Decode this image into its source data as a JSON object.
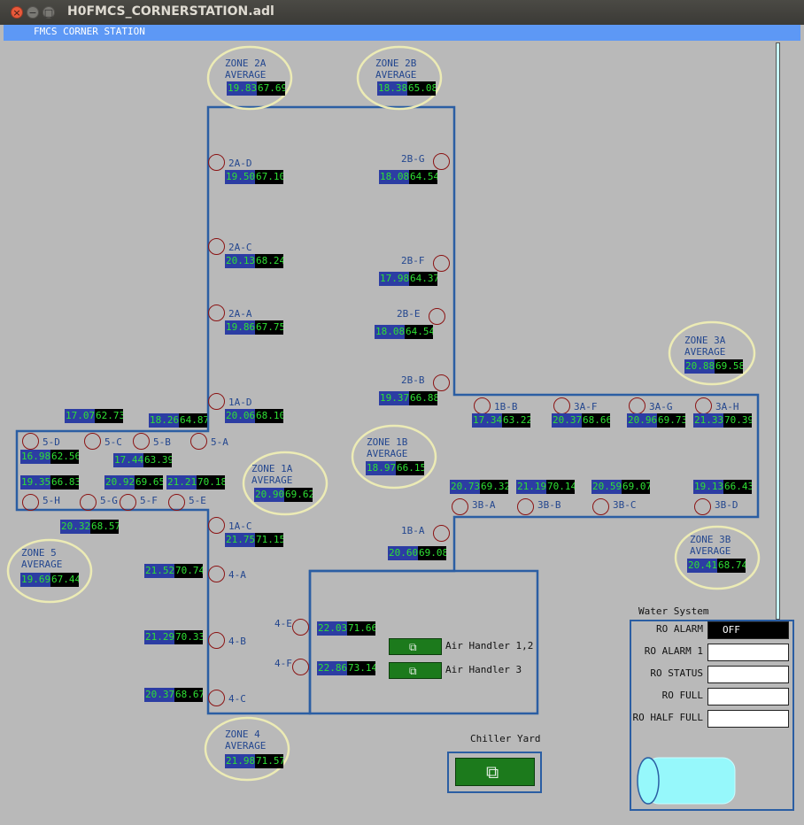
{
  "window": {
    "title": "H0FMCS_CORNERSTATION.adl"
  },
  "banner": {
    "title": "FMCS CORNER STATION"
  },
  "colors": {
    "temp_bg": "#2c3da3",
    "humid_bg": "#000000",
    "value_text": "#2fe034",
    "label": "#24478f",
    "sensor": "#8b1414",
    "zone_ellipse": "#ecebb5",
    "building_outline": "#2b5ea3",
    "button": "#1c7a1c"
  },
  "zones": {
    "z2a": {
      "name": "ZONE 2A",
      "sub": "AVERAGE",
      "temp": "19.83",
      "humid": "67.69"
    },
    "z2b": {
      "name": "ZONE 2B",
      "sub": "AVERAGE",
      "temp": "18.38",
      "humid": "65.08"
    },
    "z3a": {
      "name": "ZONE 3A",
      "sub": "AVERAGE",
      "temp": "20.88",
      "humid": "69.58"
    },
    "z1b": {
      "name": "ZONE 1B",
      "sub": "AVERAGE",
      "temp": "18.97",
      "humid": "66.15"
    },
    "z1a": {
      "name": "ZONE 1A",
      "sub": "AVERAGE",
      "temp": "20.90",
      "humid": "69.62"
    },
    "z5": {
      "name": "ZONE 5",
      "sub": "AVERAGE",
      "temp": "19.69",
      "humid": "67.44"
    },
    "z3b": {
      "name": "ZONE 3B",
      "sub": "AVERAGE",
      "temp": "20.41",
      "humid": "68.74"
    },
    "z4": {
      "name": "ZONE 4",
      "sub": "AVERAGE",
      "temp": "21.98",
      "humid": "71.57"
    }
  },
  "sensors": {
    "s2ad": {
      "label": "2A-D",
      "temp": "19.50",
      "humid": "67.10"
    },
    "s2bg": {
      "label": "2B-G",
      "temp": "18.08",
      "humid": "64.54"
    },
    "s2ac": {
      "label": "2A-C",
      "temp": "20.13",
      "humid": "68.24"
    },
    "s2bf": {
      "label": "2B-F",
      "temp": "17.98",
      "humid": "64.37"
    },
    "s2aa": {
      "label": "2A-A",
      "temp": "19.86",
      "humid": "67.75"
    },
    "s2be": {
      "label": "2B-E",
      "temp": "18.08",
      "humid": "64.54"
    },
    "s2bb": {
      "label": "2B-B",
      "temp": "19.37",
      "humid": "66.88"
    },
    "s1ad": {
      "label": "1A-D",
      "temp": "20.06",
      "humid": "68.10"
    },
    "s1bb": {
      "label": "1B-B",
      "temp": "17.34",
      "humid": "63.22"
    },
    "s3af": {
      "label": "3A-F",
      "temp": "20.37",
      "humid": "68.66"
    },
    "s3ag": {
      "label": "3A-G",
      "temp": "20.96",
      "humid": "69.73"
    },
    "s3ah": {
      "label": "3A-H",
      "temp": "21.33",
      "humid": "70.39"
    },
    "s5d": {
      "label": "5-D",
      "temp": "16.98",
      "humid": "62.56"
    },
    "s5c": {
      "label": "5-C"
    },
    "s5b": {
      "label": "5-B",
      "temp": "17.44",
      "humid": "63.39"
    },
    "s5a": {
      "label": "5-A"
    },
    "s5h": {
      "label": "5-H",
      "temp": "19.35",
      "humid": "66.83"
    },
    "s5g": {
      "label": "5-G",
      "temp": "20.92",
      "humid": "69.65"
    },
    "s5f": {
      "label": "5-F",
      "temp": "21.21",
      "humid": "70.18"
    },
    "s5e": {
      "label": "5-E",
      "temp": "20.32",
      "humid": "68.57"
    },
    "s3aa": {
      "label": "3B-A",
      "temp": "20.73",
      "humid": "69.32"
    },
    "s3bb": {
      "label": "3B-B",
      "temp": "21.19",
      "humid": "70.14"
    },
    "s3bc": {
      "label": "3B-C",
      "temp": "20.59",
      "humid": "69.07"
    },
    "s3bd": {
      "label": "3B-D",
      "temp": "19.13",
      "humid": "66.43"
    },
    "s1ac": {
      "label": "1A-C",
      "temp": "21.75",
      "humid": "71.15"
    },
    "s1ba": {
      "label": "1B-A",
      "temp": "20.60",
      "humid": "69.08"
    },
    "s4a": {
      "label": "4-A",
      "temp": "21.52",
      "humid": "70.74"
    },
    "s4b": {
      "label": "4-B",
      "temp": "21.29",
      "humid": "70.33"
    },
    "s4c": {
      "label": "4-C",
      "temp": "20.37",
      "humid": "68.67"
    },
    "s4e": {
      "label": "4-E",
      "temp": "22.03",
      "humid": "71.66"
    },
    "s4f": {
      "label": "4-F",
      "temp": "22.86",
      "humid": "73.14"
    },
    "top_left_a": {
      "temp": "17.07",
      "humid": "62.73"
    },
    "top_left_b": {
      "temp": "18.26",
      "humid": "64.87"
    }
  },
  "air_handlers": {
    "ah12": {
      "label": "Air Handler 1,2",
      "icon": "related-display-icon"
    },
    "ah3": {
      "label": "Air Handler 3",
      "icon": "related-display-icon"
    }
  },
  "chiller": {
    "label": "Chiller Yard",
    "icon": "related-display-icon"
  },
  "water_system": {
    "title": "Water System",
    "ro_alarm": {
      "label": "RO ALARM",
      "value": "OFF"
    },
    "ro_alarm1": {
      "label": "RO ALARM 1"
    },
    "ro_status": {
      "label": "RO STATUS"
    },
    "ro_full": {
      "label": "RO FULL"
    },
    "ro_half_full": {
      "label": "RO HALF FULL"
    }
  }
}
